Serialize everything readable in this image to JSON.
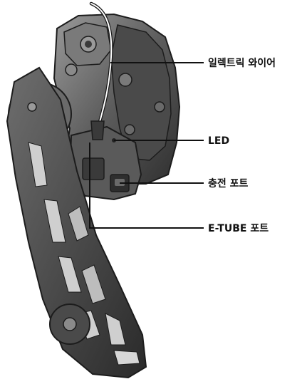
{
  "callouts": [
    {
      "id": "wire",
      "text": "일렉트릭 와이어"
    },
    {
      "id": "led",
      "text": "LED"
    },
    {
      "id": "charge",
      "text": "충전 포트"
    },
    {
      "id": "etube",
      "text": "E-TUBE 포트"
    }
  ],
  "colors": {
    "line": "#111111",
    "body_dark": "#3a3a3a",
    "body_mid": "#5a5a5a",
    "body_light": "#8a8a8a",
    "edge": "#1c1c1c"
  }
}
